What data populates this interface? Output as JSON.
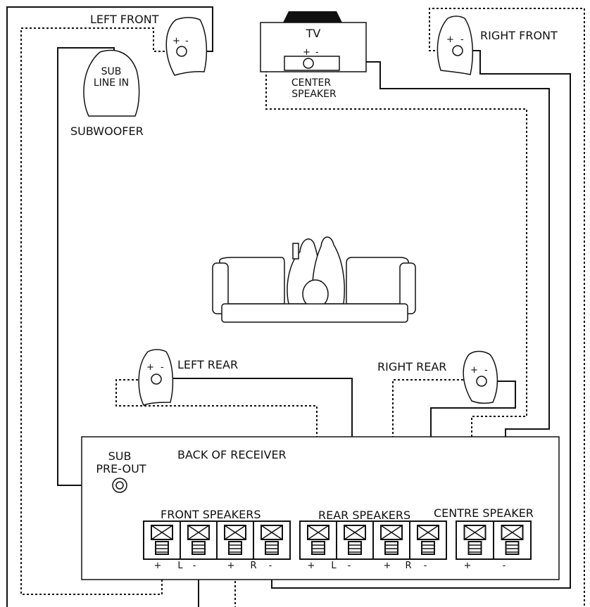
{
  "speakers": {
    "left_front": {
      "label": "LEFT FRONT",
      "plus": "+",
      "minus": "-"
    },
    "right_front": {
      "label": "RIGHT FRONT",
      "plus": "+",
      "minus": "-"
    },
    "left_rear": {
      "label": "LEFT REAR",
      "plus": "+",
      "minus": "-"
    },
    "right_rear": {
      "label": "RIGHT REAR",
      "plus": "+",
      "minus": "-"
    },
    "center": {
      "label_line1": "CENTER",
      "label_line2": "SPEAKER",
      "plus": "+",
      "minus": "-"
    }
  },
  "tv": {
    "label": "TV"
  },
  "subwoofer": {
    "label": "SUBWOOFER",
    "input_line1": "SUB",
    "input_line2": "LINE IN"
  },
  "receiver": {
    "title": "BACK OF RECEIVER",
    "sub_out_line1": "SUB",
    "sub_out_line2": "PRE-OUT",
    "groups": [
      {
        "label": "FRONT SPEAKERS",
        "marks": [
          "+",
          "L",
          "-",
          "+",
          "R",
          "-"
        ]
      },
      {
        "label": "REAR SPEAKERS",
        "marks": [
          "+",
          "L",
          "-",
          "+",
          "R",
          "-"
        ]
      },
      {
        "label": "CENTRE SPEAKER",
        "marks": [
          "+",
          "-"
        ]
      }
    ]
  }
}
